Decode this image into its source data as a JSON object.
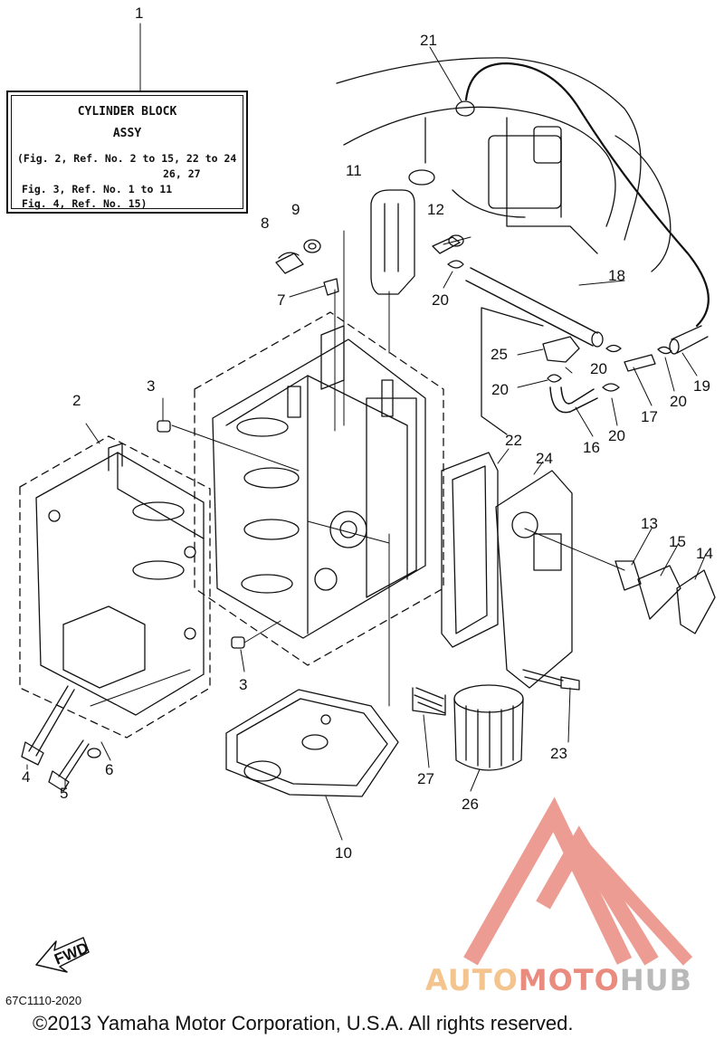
{
  "legend": {
    "title_1": "CYLINDER BLOCK",
    "title_2": "ASSY",
    "lines": [
      "(Fig. 2, Ref. No. 2 to 15, 22 to 24",
      "26, 27",
      "Fig. 3, Ref. No. 1 to 11",
      "Fig. 4, Ref. No. 15)"
    ]
  },
  "callouts": {
    "c1": "1",
    "c2": "2",
    "c3a": "3",
    "c3b": "3",
    "c4": "4",
    "c5": "5",
    "c6": "6",
    "c7": "7",
    "c8": "8",
    "c9": "9",
    "c10": "10",
    "c11": "11",
    "c12": "12",
    "c13": "13",
    "c14": "14",
    "c15": "15",
    "c16": "16",
    "c17": "17",
    "c18": "18",
    "c19": "19",
    "c20a": "20",
    "c20b": "20",
    "c20c": "20",
    "c20d": "20",
    "c20e": "20",
    "c21": "21",
    "c22": "22",
    "c23": "23",
    "c24": "24",
    "c25": "25",
    "c26": "26",
    "c27": "27"
  },
  "fwd_label": "FWD",
  "drawing_code": "67C1110-2020",
  "copyright": "©2013 Yamaha Motor Corporation, U.S.A. All rights reserved.",
  "watermark": {
    "part1": "AUTO",
    "part2": "MOTO",
    "part3": "HUB"
  },
  "colors": {
    "line": "#111111",
    "watermark_red": "#e98b7f",
    "watermark_orange": "#f4c48e",
    "watermark_gray": "#b9b9b9"
  }
}
